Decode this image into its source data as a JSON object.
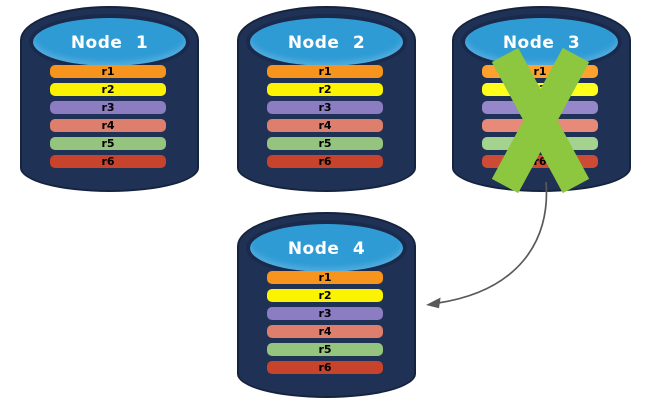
{
  "diagram": {
    "background": "#ffffff",
    "colors": {
      "cylinder_body": "#1F3155",
      "cylinder_edge": "#16233F",
      "cylinder_top": "#2E9BD5",
      "cylinder_top_edge": "#1A2A4C",
      "x_mark": "#8DC63F",
      "arrow": "#595959",
      "node_label_text": "#FFFFFF",
      "replica_label_text": "#000000"
    },
    "replicas": [
      {
        "label": "r1",
        "color": "#F7941D"
      },
      {
        "label": "r2",
        "color": "#FCF303"
      },
      {
        "label": "r3",
        "color": "#8C7CC2"
      },
      {
        "label": "r4",
        "color": "#DE7E6C"
      },
      {
        "label": "r5",
        "color": "#95C47F"
      },
      {
        "label": "r6",
        "color": "#C8432C"
      }
    ],
    "nodes": [
      {
        "id": "node-1",
        "label": "Node 1",
        "failed": false
      },
      {
        "id": "node-2",
        "label": "Node 2",
        "failed": false
      },
      {
        "id": "node-3",
        "label": "Node 3",
        "failed": true
      },
      {
        "id": "node-4",
        "label": "Node 4",
        "failed": false
      }
    ],
    "arrow": {
      "from": "Node 3",
      "to": "Node 4"
    }
  }
}
